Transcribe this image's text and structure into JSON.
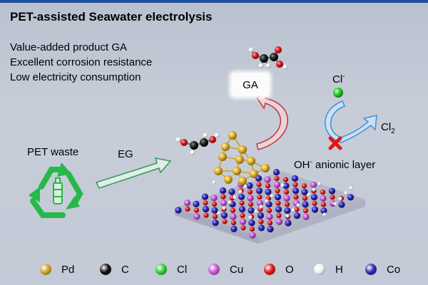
{
  "title": "PET-assisted Seawater electrolysis",
  "bullets": [
    "Value-added product GA",
    "Excellent corrosion resistance",
    "Low electricity consumption"
  ],
  "labels": {
    "pet_waste": "PET waste",
    "eg": "EG",
    "ga": "GA",
    "cl_ion": "Cl",
    "cl_ion_sup": "-",
    "cl2": "Cl",
    "cl2_sub": "2",
    "oh_layer_prefix": "OH",
    "oh_layer_sup": "-",
    "oh_layer_suffix": " anionic layer"
  },
  "legend": [
    {
      "symbol": "Pd",
      "color": "#d4a52a"
    },
    {
      "symbol": "C",
      "color": "#111111"
    },
    {
      "symbol": "Cl",
      "color": "#2fd12f"
    },
    {
      "symbol": "Cu",
      "color": "#c558d6"
    },
    {
      "symbol": "O",
      "color": "#e01818"
    },
    {
      "symbol": "H",
      "color": "#f2f2f2"
    },
    {
      "symbol": "Co",
      "color": "#2a2ab8"
    }
  ],
  "colors": {
    "recycle_green": "#27b84a",
    "eg_arrow": "#2f9a5a",
    "ga_arrow": "#c8323c",
    "cl_arrow": "#3f8fd8",
    "blocked_x": "#e01818",
    "accent_bar": "#1f4f9a"
  },
  "icons": [
    "recycle-icon",
    "bottle-icon",
    "blocked-x-icon"
  ]
}
